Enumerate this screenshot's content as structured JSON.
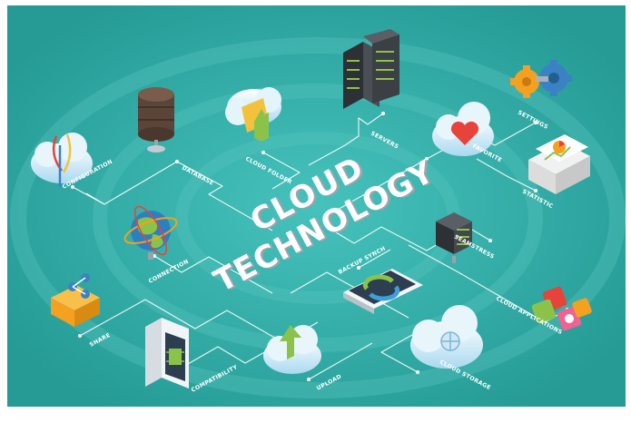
{
  "title": {
    "line1": "CLOUD",
    "line2": "TECHNOLOGY"
  },
  "labels": {
    "servers": "SERVERS",
    "settings": "SETTINGS",
    "favorite": "FAVORITE",
    "statistic": "STATISTIC",
    "database": "DATABASE",
    "cloud_folder": "CLOUD FOLDER",
    "configuration": "CONFIGURATION",
    "connection": "CONNECTION",
    "seamstress": "SEAMSTRESS",
    "backup_synch": "BACKUP SYNCH",
    "cloud_applications": "CLOUD APPLICATIONS",
    "share": "SHARE",
    "compatibility": "COMPATIBILITY",
    "upload": "UPLOAD",
    "cloud_storage": "CLOUD STORAGE"
  },
  "colors": {
    "background": "#2fa6a1",
    "ring": "#3fb8b2",
    "line": "#e6f7f6",
    "cloud": "#dff3fb",
    "cloud_shade": "#9fd3ec",
    "server": "#3c3f44",
    "server_light": "#8bc34a",
    "heart": "#e8433b",
    "arrow": "#8bc34a",
    "gear_orange": "#f4a020",
    "gear_blue": "#3b82c4"
  }
}
